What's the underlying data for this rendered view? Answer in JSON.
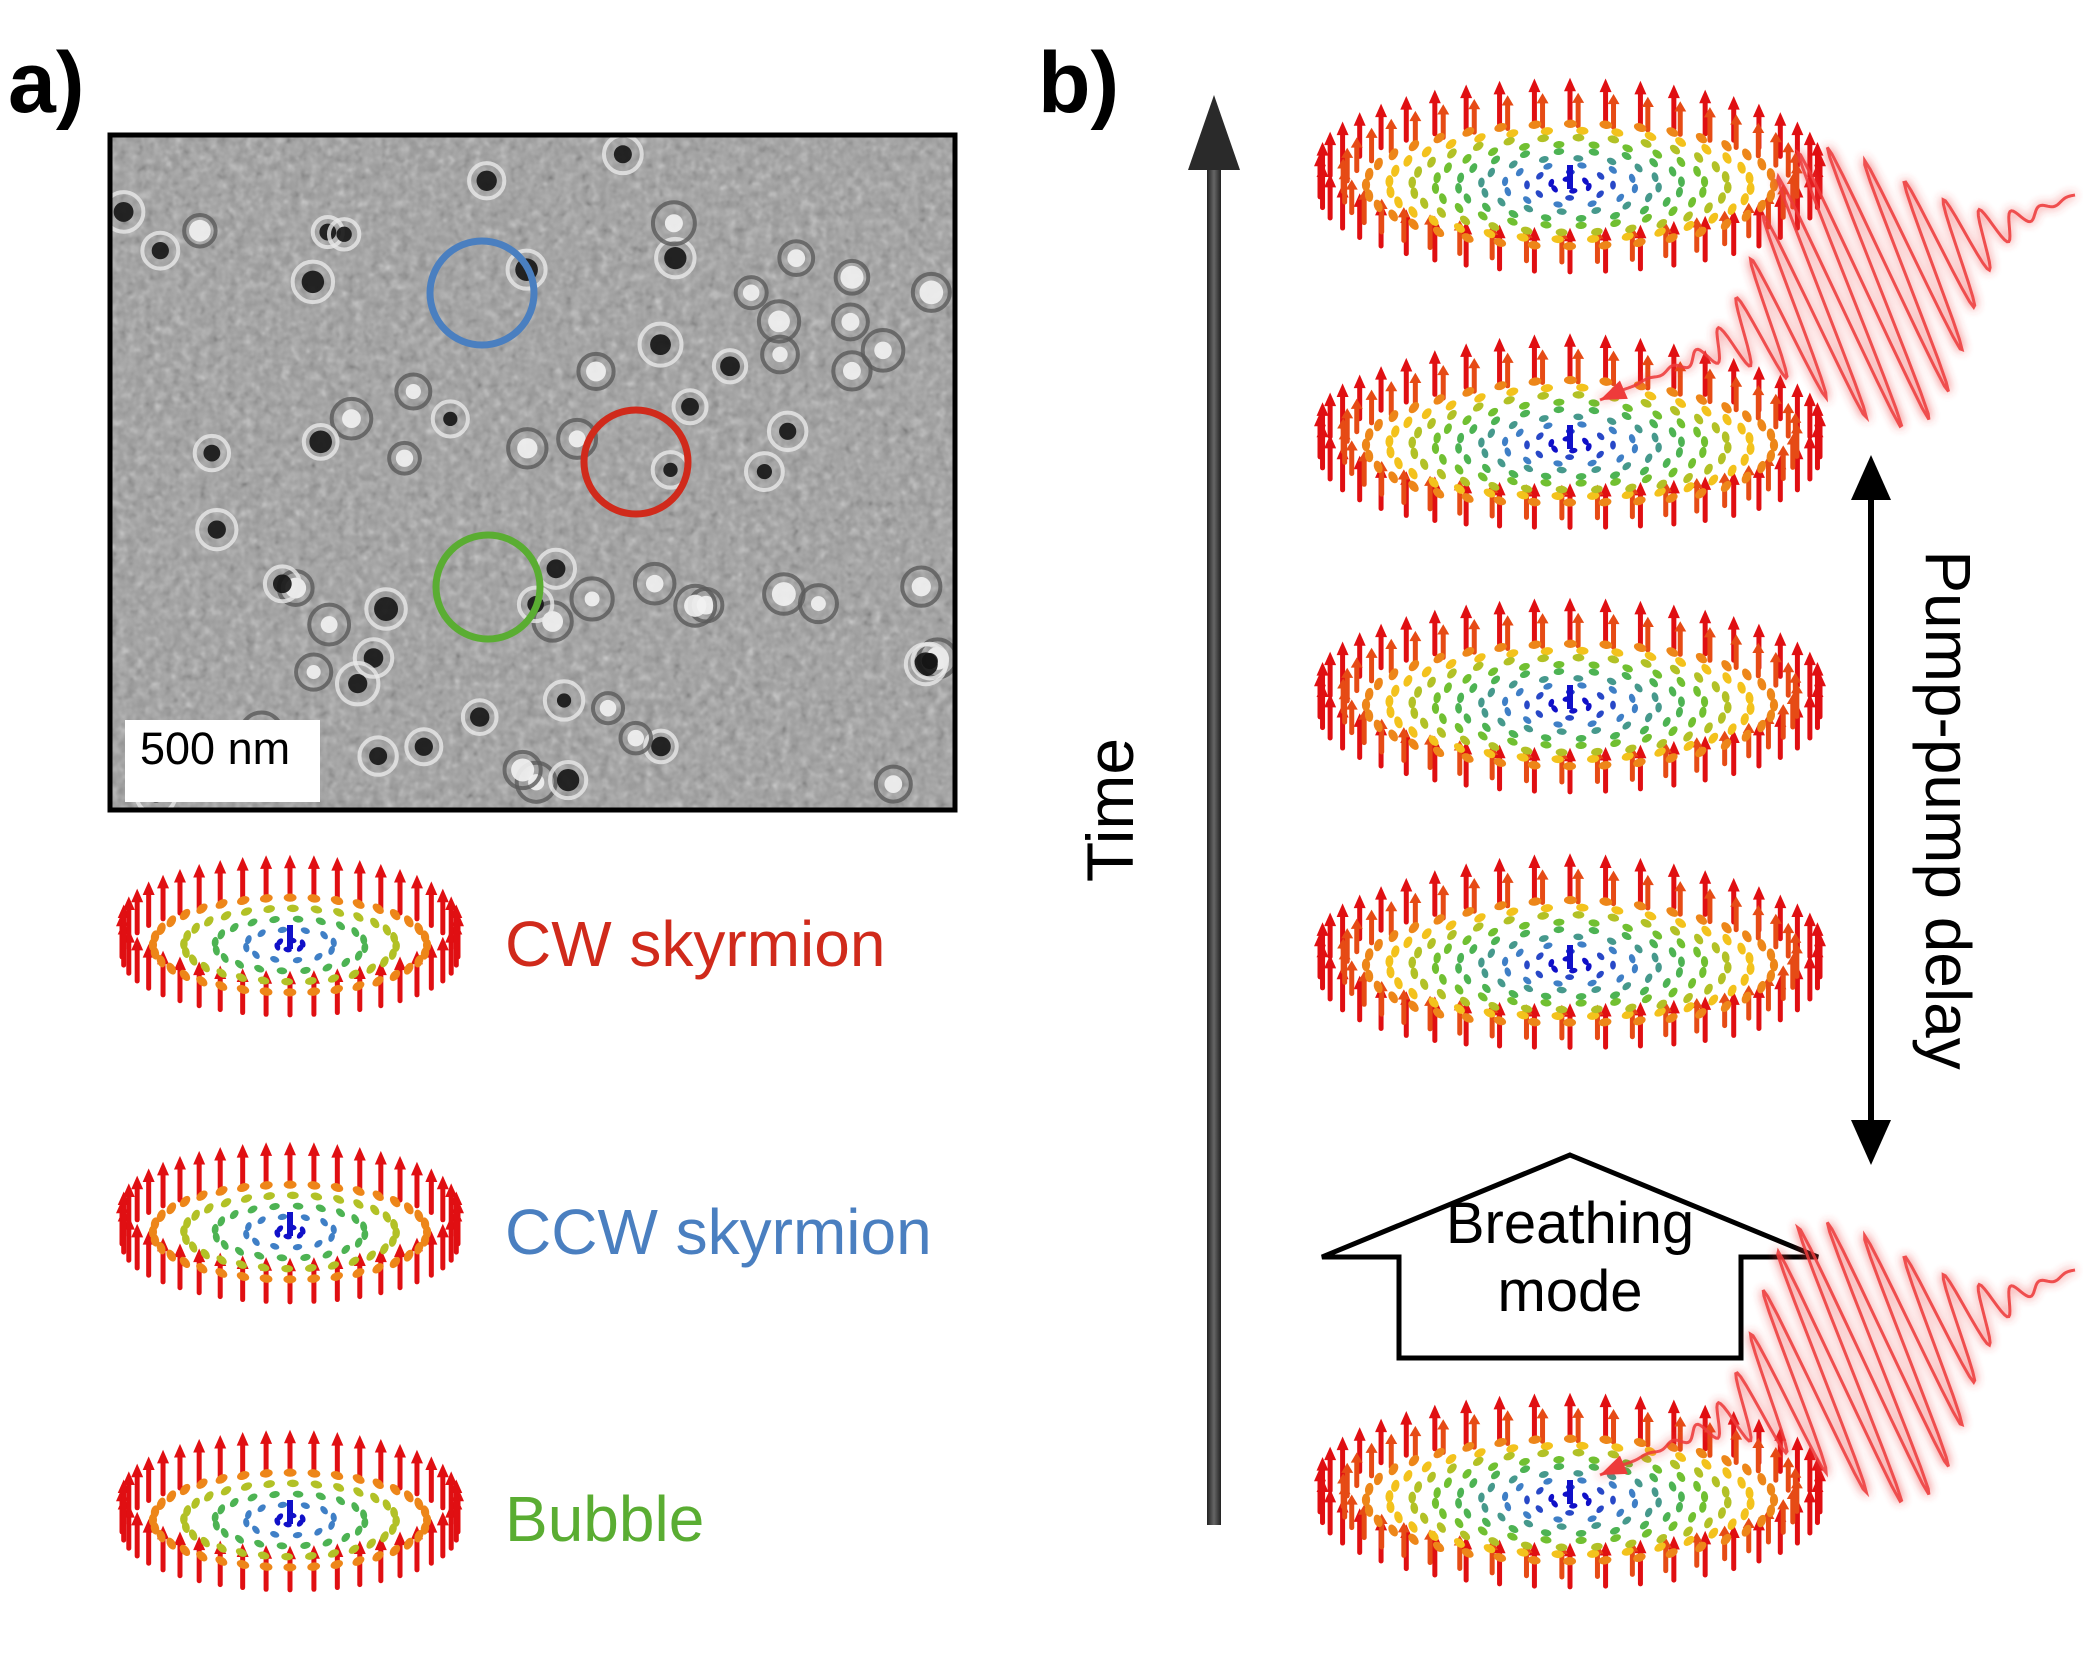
{
  "panels": {
    "a": "a)",
    "b": "b)"
  },
  "micrograph": {
    "scale_bar": "500 nm"
  },
  "legend": {
    "cw": {
      "label": "CW skyrmion",
      "color": "#d02a1b"
    },
    "ccw": {
      "label": "CCW skyrmion",
      "color": "#4a7fc0"
    },
    "bubble": {
      "label": "Bubble",
      "color": "#5aad32"
    }
  },
  "timeline": {
    "axis_label": "Time",
    "delay_label": "Pump-pump delay",
    "breathing": {
      "line1": "Breathing",
      "line2": "mode"
    }
  },
  "colors": {
    "outer": "#e00f12",
    "mid": "#f3c21c",
    "inner": "#51c036",
    "core": "#3f7fc6",
    "center": "#1010c8",
    "pulse": "#ee3b3b"
  }
}
